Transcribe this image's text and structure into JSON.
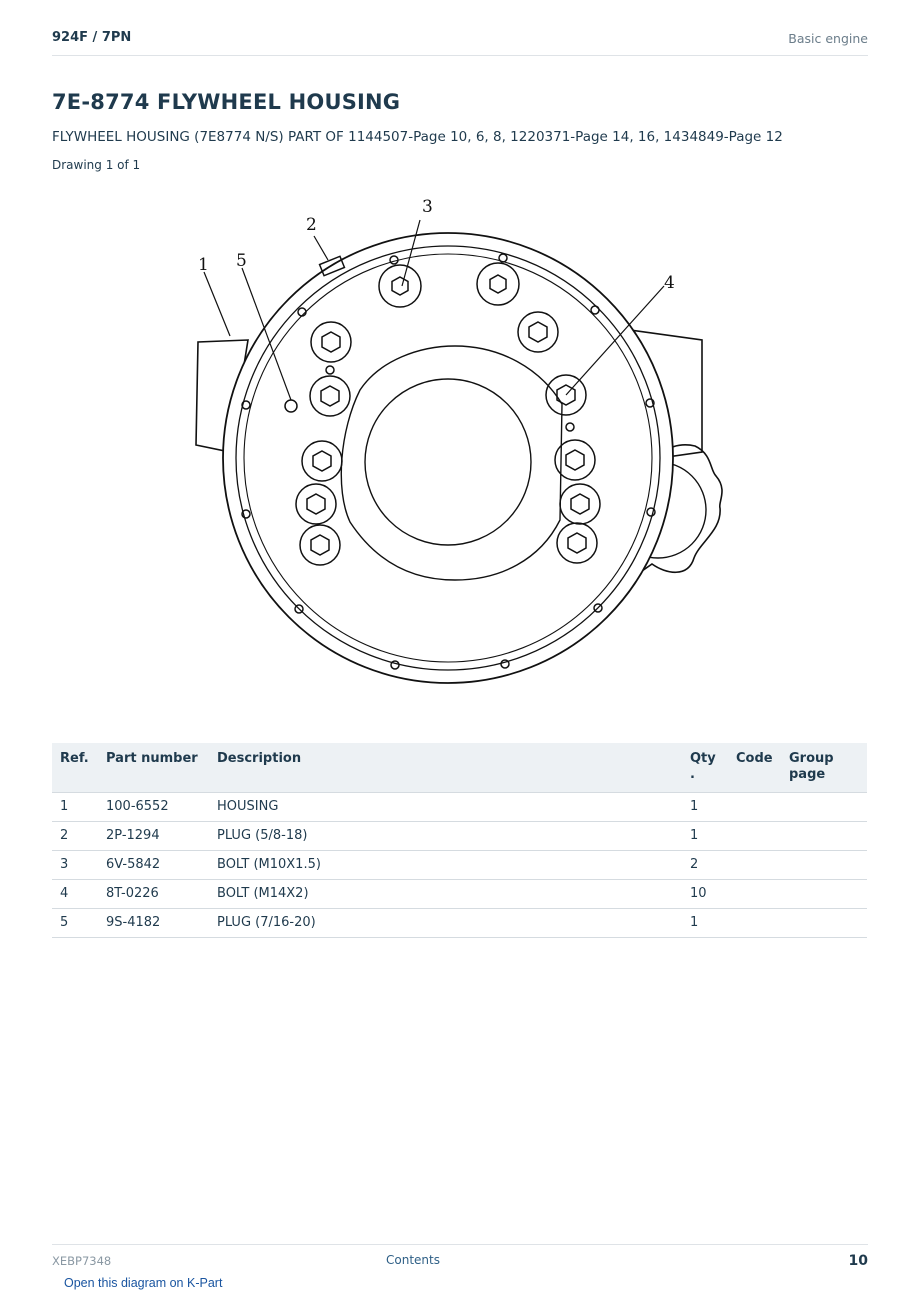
{
  "header": {
    "model": "924F  /  7PN",
    "section": "Basic engine"
  },
  "title": "7E-8774 FLYWHEEL HOUSING",
  "subtitle": "FLYWHEEL HOUSING (7E8774 N/S) PART OF 1144507-Page 10, 6, 8, 1220371-Page 14, 16, 1434849-Page 12",
  "drawing_count": "Drawing 1 of 1",
  "diagram": {
    "callouts": [
      "1",
      "2",
      "3",
      "4",
      "5"
    ]
  },
  "table": {
    "headers": {
      "ref": "Ref.",
      "part": "Part number",
      "desc": "Description",
      "qty": "Qty\n.",
      "code": "Code",
      "group": "Group page"
    },
    "rows": [
      {
        "ref": "1",
        "part": "100-6552",
        "desc": "HOUSING",
        "qty": "1",
        "code": "",
        "group": ""
      },
      {
        "ref": "2",
        "part": "2P-1294",
        "desc": "PLUG (5/8-18)",
        "qty": "1",
        "code": "",
        "group": ""
      },
      {
        "ref": "3",
        "part": "6V-5842",
        "desc": "BOLT (M10X1.5)",
        "qty": "2",
        "code": "",
        "group": ""
      },
      {
        "ref": "4",
        "part": "8T-0226",
        "desc": "BOLT (M14X2)",
        "qty": "10",
        "code": "",
        "group": ""
      },
      {
        "ref": "5",
        "part": "9S-4182",
        "desc": "PLUG (7/16-20)",
        "qty": "1",
        "code": "",
        "group": ""
      }
    ]
  },
  "footer": {
    "doc_id": "XEBP7348",
    "contents_link": "Contents",
    "page_number": "10"
  },
  "kpart_link": "Open this diagram on K-Part"
}
